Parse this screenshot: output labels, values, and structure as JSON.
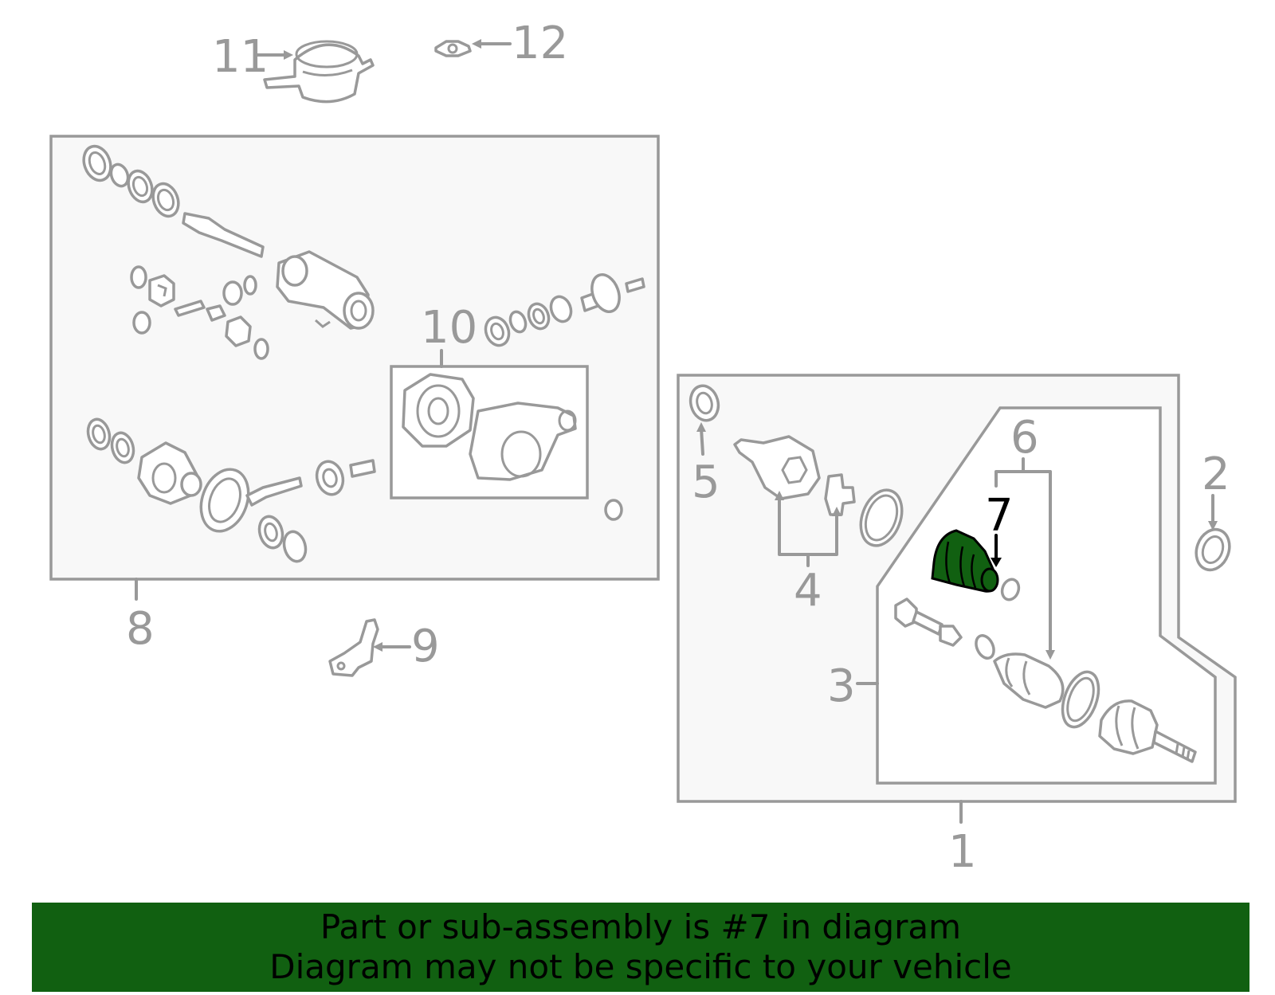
{
  "banner": {
    "line1": "Part or sub-assembly is #7 in diagram",
    "line2": "Diagram may not be specific to your vehicle",
    "background_color": "#116011"
  },
  "highlight": {
    "part_number": "7",
    "color": "#116011"
  },
  "callouts": {
    "c1": "1",
    "c2": "2",
    "c3": "3",
    "c4": "4",
    "c5": "5",
    "c6": "6",
    "c7": "7",
    "c8": "8",
    "c9": "9",
    "c10": "10",
    "c11": "11",
    "c12": "12"
  },
  "colors": {
    "line_gray": "#999999",
    "box_fill": "#f8f8f8"
  }
}
